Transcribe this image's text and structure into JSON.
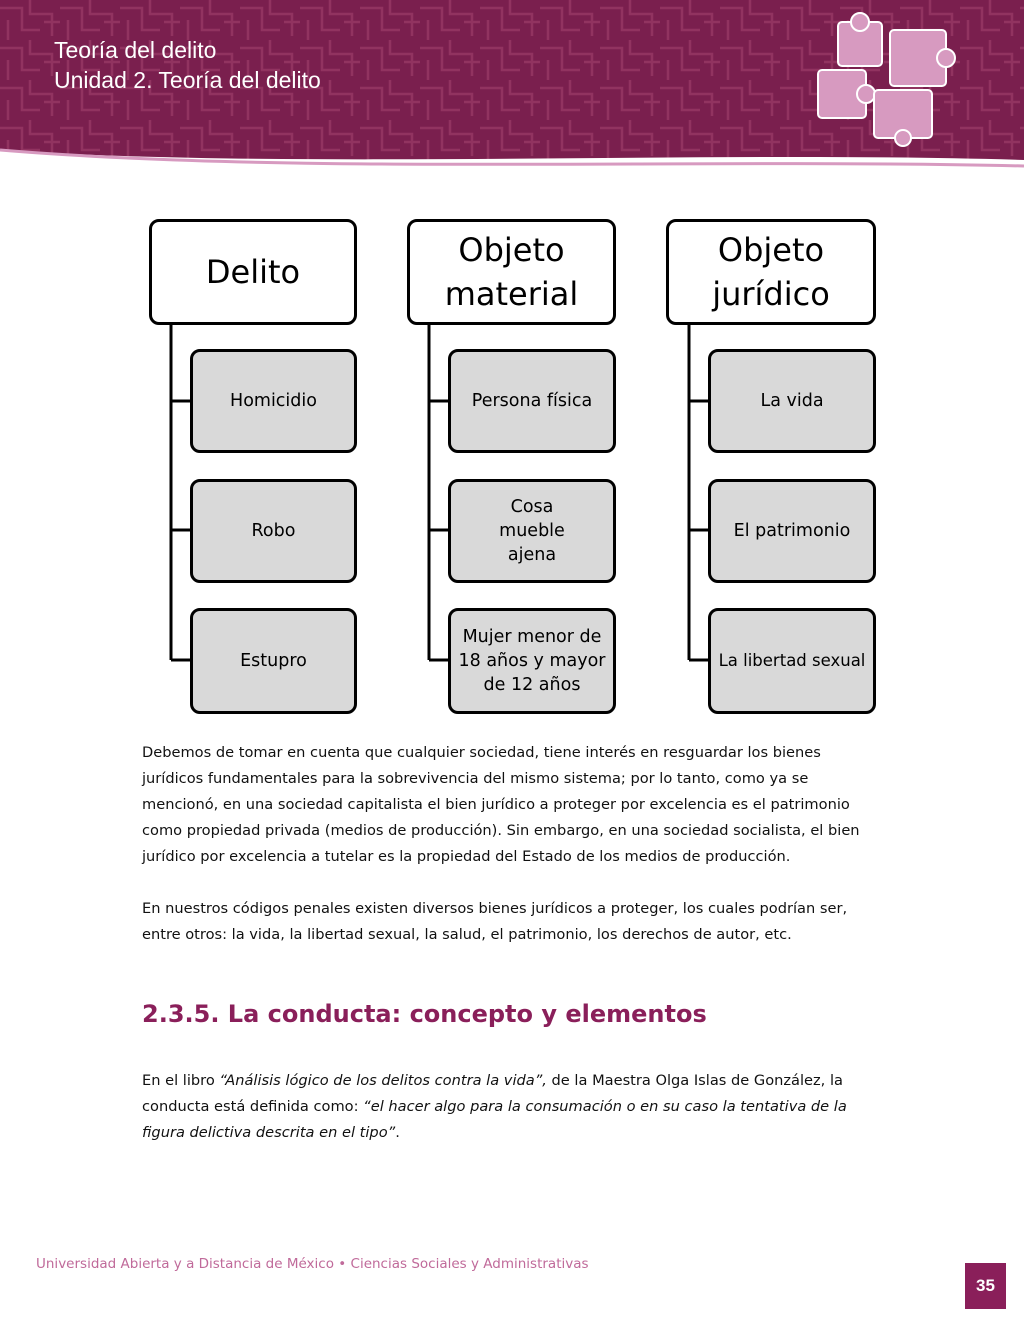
{
  "header": {
    "course": "Teoría del delito",
    "unit": "Unidad 2. Teoría del delito"
  },
  "colors": {
    "brand": "#8a1f5a",
    "header_bg": "#7a1f4e",
    "puzzle": "#d79ac0",
    "footer_text": "#c06a9a"
  },
  "diagram": {
    "columns": [
      {
        "title": "Delito",
        "items": [
          "Homicidio",
          "Robo",
          "Estupro"
        ]
      },
      {
        "title": "Objeto material",
        "items": [
          "Persona física",
          "Cosa mueble ajena",
          "Mujer menor de 18 años y mayor de 12 años"
        ]
      },
      {
        "title": "Objeto jurídico",
        "items": [
          "La vida",
          "El patrimonio",
          "La libertad sexual"
        ]
      }
    ]
  },
  "body": {
    "p1": "Debemos de tomar en cuenta que cualquier sociedad, tiene interés en resguardar los bienes jurídicos fundamentales para la sobrevivencia del mismo sistema; por lo tanto, como ya se mencionó, en una sociedad capitalista el bien jurídico a proteger por excelencia es el patrimonio como propiedad privada (medios de producción). Sin embargo, en una sociedad socialista, el bien jurídico por excelencia a tutelar es la propiedad del Estado de los medios de producción.",
    "p2": "En nuestros códigos penales existen diversos bienes jurídicos a proteger, los cuales podrían ser, entre otros: la vida, la libertad sexual, la salud, el patrimonio, los derechos de autor, etc.",
    "section_title": "2.3.5. La conducta: concepto y elementos",
    "p3_a": "En el libro ",
    "p3_b": "“Análisis lógico de los delitos contra la vida”,",
    "p3_c": " de la Maestra Olga Islas de González, la conducta está definida como: ",
    "p3_d": "“el hacer algo para la consumación o en su caso la tentativa de la figura delictiva descrita en el tipo”",
    "p3_e": "."
  },
  "footer": {
    "institution": "Universidad Abierta y a Distancia de México • Ciencias Sociales y Administrativas",
    "page": "35"
  }
}
